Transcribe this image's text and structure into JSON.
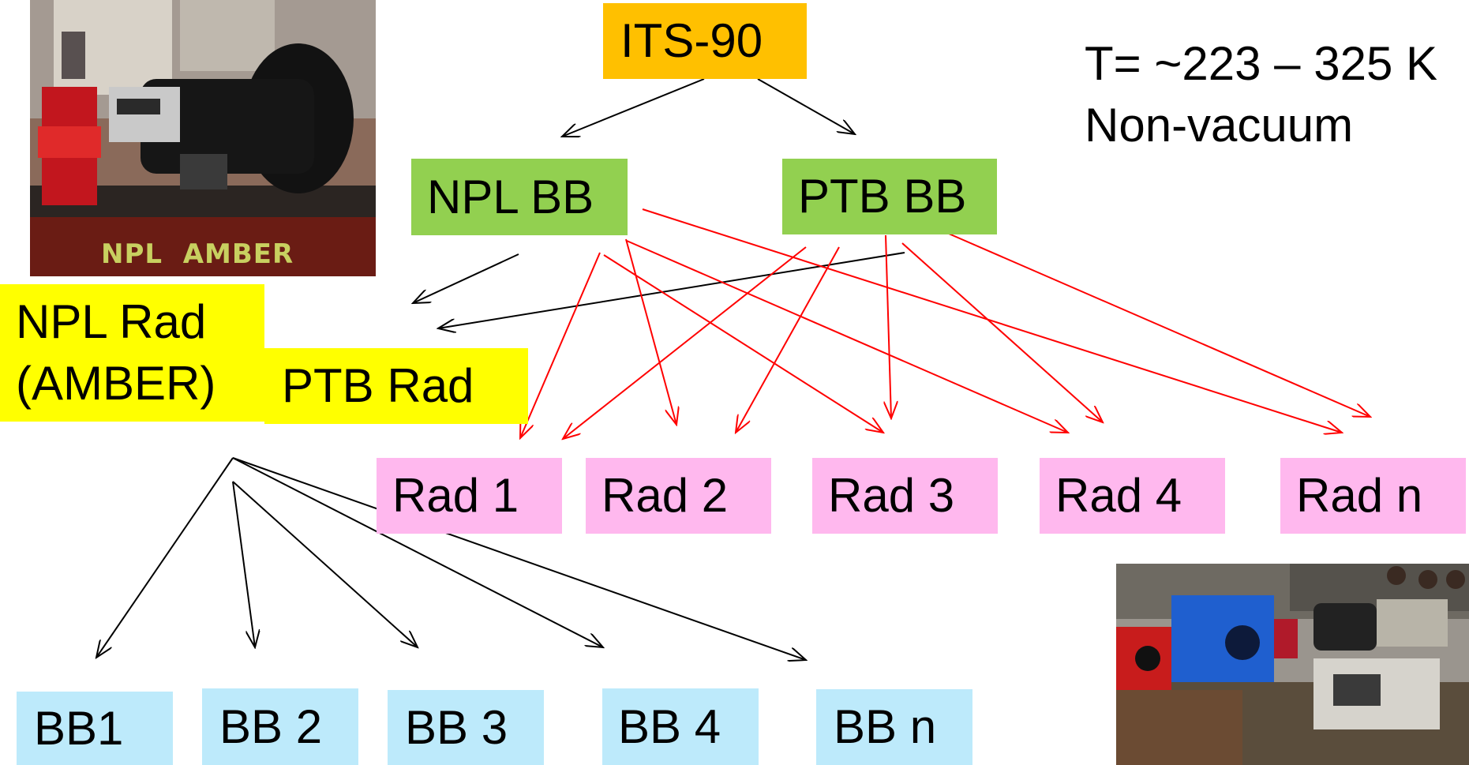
{
  "colors": {
    "its90": "#ffc000",
    "bb_primary": "#92d050",
    "rad_primary": "#ffff00",
    "rad_participant": "#ffb8ee",
    "bb_participant": "#bdeafb",
    "black_arrow": "#000000",
    "red_arrow": "#ff0000"
  },
  "nodes": {
    "its90": "ITS-90",
    "npl_bb": "NPL BB",
    "ptb_bb": "PTB BB",
    "npl_rad": "NPL Rad\n(AMBER)",
    "ptb_rad": "PTB Rad",
    "rad1": "Rad 1",
    "rad2": "Rad 2",
    "rad3": "Rad 3",
    "rad4": "Rad 4",
    "radn": "Rad n",
    "bb1": "BB1",
    "bb2": "BB 2",
    "bb3": "BB 3",
    "bb4": "BB 4",
    "bbn": "BB n"
  },
  "conditions": {
    "temperature": "T= ~223 – 325 K",
    "environment": "Non-vacuum"
  },
  "photos": {
    "top_left_label": "NPL  AMBER"
  }
}
